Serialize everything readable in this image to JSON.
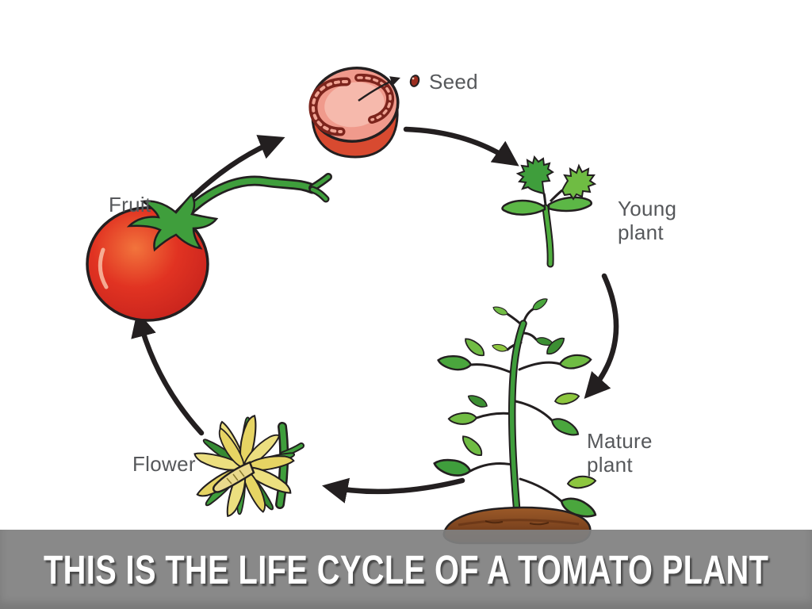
{
  "diagram": {
    "stages": [
      {
        "id": "seed",
        "label": "Seed"
      },
      {
        "id": "young-plant",
        "label": "Young plant"
      },
      {
        "id": "mature-plant",
        "label": "Mature plant"
      },
      {
        "id": "flower",
        "label": "Flower"
      },
      {
        "id": "fruit",
        "label": "Fruit"
      }
    ],
    "cycle_order": [
      "Seed",
      "Young plant",
      "Mature plant",
      "Flower",
      "Fruit"
    ],
    "label_color": "#56585b",
    "arrow_color": "#231f20"
  },
  "banner": {
    "text": "THIS IS THE LIFE CYCLE OF A TOMATO PLANT",
    "background_color": "#8b8b8b",
    "text_color": "#ffffff"
  },
  "colors": {
    "tomato_red": "#d93a26",
    "tomato_cut_pink": "#f09a8c",
    "seed_chamber_maroon": "#7c241c",
    "leaf_green": "#3f9e3c",
    "flower_yellow": "#ecdf7f",
    "soil_brown": "#7d441f",
    "slide_background": "#ffffff"
  }
}
